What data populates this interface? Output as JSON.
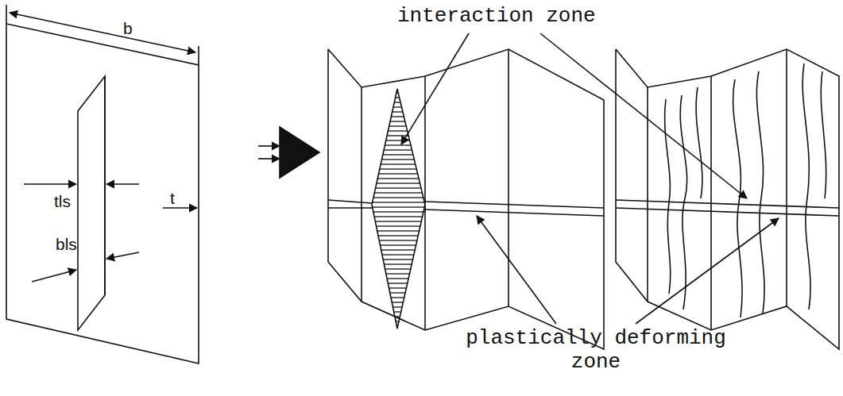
{
  "diagram": {
    "labels": [
      "interaction zone",
      "b",
      "t",
      "tls",
      "bls",
      "plastically deforming zone"
    ]
  }
}
